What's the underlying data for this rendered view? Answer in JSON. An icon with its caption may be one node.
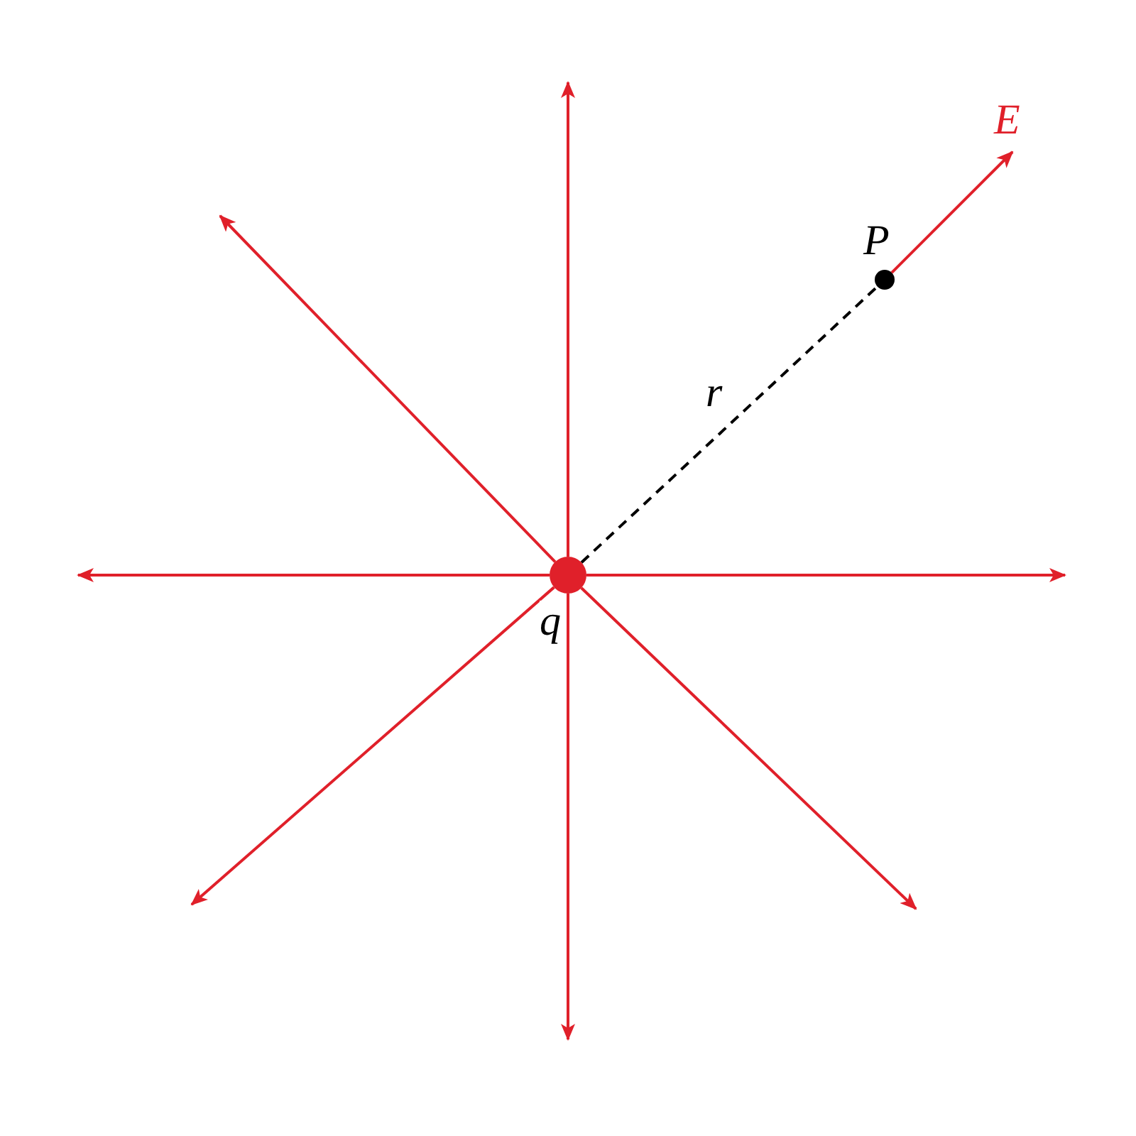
{
  "diagram": {
    "nodes": [
      {
        "text": [],
        "shape": "circle",
        "beside": [
          "q"
        ]
      },
      {
        "text": [],
        "shape": "circle",
        "beside": [
          "P"
        ]
      }
    ],
    "edges": [
      {
        "from": 0,
        "to": null,
        "arrow": "to"
      },
      {
        "from": 0,
        "to": null,
        "arrow": "to"
      },
      {
        "from": 0,
        "to": null,
        "arrow": "to"
      },
      {
        "from": 0,
        "to": null,
        "arrow": "to"
      },
      {
        "from": 0,
        "to": null,
        "arrow": "to"
      },
      {
        "from": 0,
        "to": null,
        "arrow": "to"
      },
      {
        "from": 0,
        "to": null,
        "arrow": "to"
      },
      {
        "from": 0,
        "to": 1,
        "arrow": "none",
        "label": "r",
        "style": "dashed",
        "color": "#000000"
      },
      {
        "from": 1,
        "to": null,
        "arrow": "to",
        "label": "E"
      }
    ]
  }
}
